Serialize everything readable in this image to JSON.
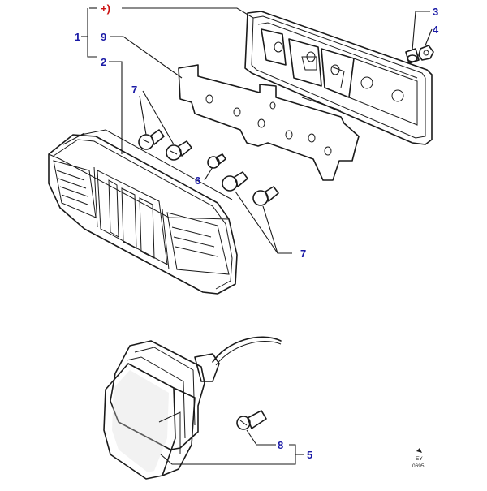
{
  "callouts": {
    "c_plus": "+)",
    "c_1": "1",
    "c_9": "9",
    "c_2": "2",
    "c_3": "3",
    "c_4": "4",
    "c_7a": "7",
    "c_6": "6",
    "c_7b": "7",
    "c_8": "8",
    "c_5": "5"
  },
  "drawing_code": {
    "line1": "EY",
    "line2": "0695"
  },
  "colors": {
    "callout_blue": "#1a1aa6",
    "callout_red": "#cc1111",
    "line": "#1a1a1a"
  }
}
